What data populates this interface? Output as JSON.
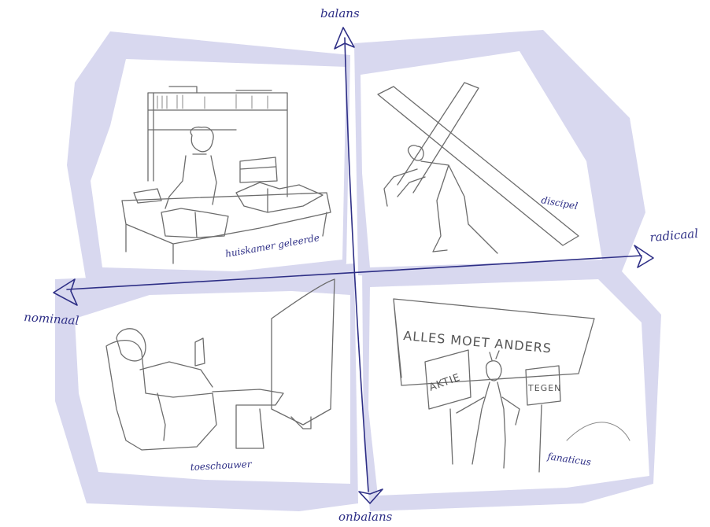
{
  "axes": {
    "top": "balans",
    "bottom": "onbalans",
    "right": "radicaal",
    "left": "nominaal"
  },
  "quadrants": {
    "top_left": "huiskamer geleerde",
    "top_right": "discipel",
    "bottom_left": "toeschouwer",
    "bottom_right": "fanaticus"
  },
  "sketch_text": {
    "banner": "ALLES MOET ANDERS",
    "sign_left": "AKTIE",
    "sign_right": "TEGEN"
  },
  "colors": {
    "blob": "#d8d8ef",
    "axis": "#2e2f86",
    "panel": "#ffffff"
  }
}
